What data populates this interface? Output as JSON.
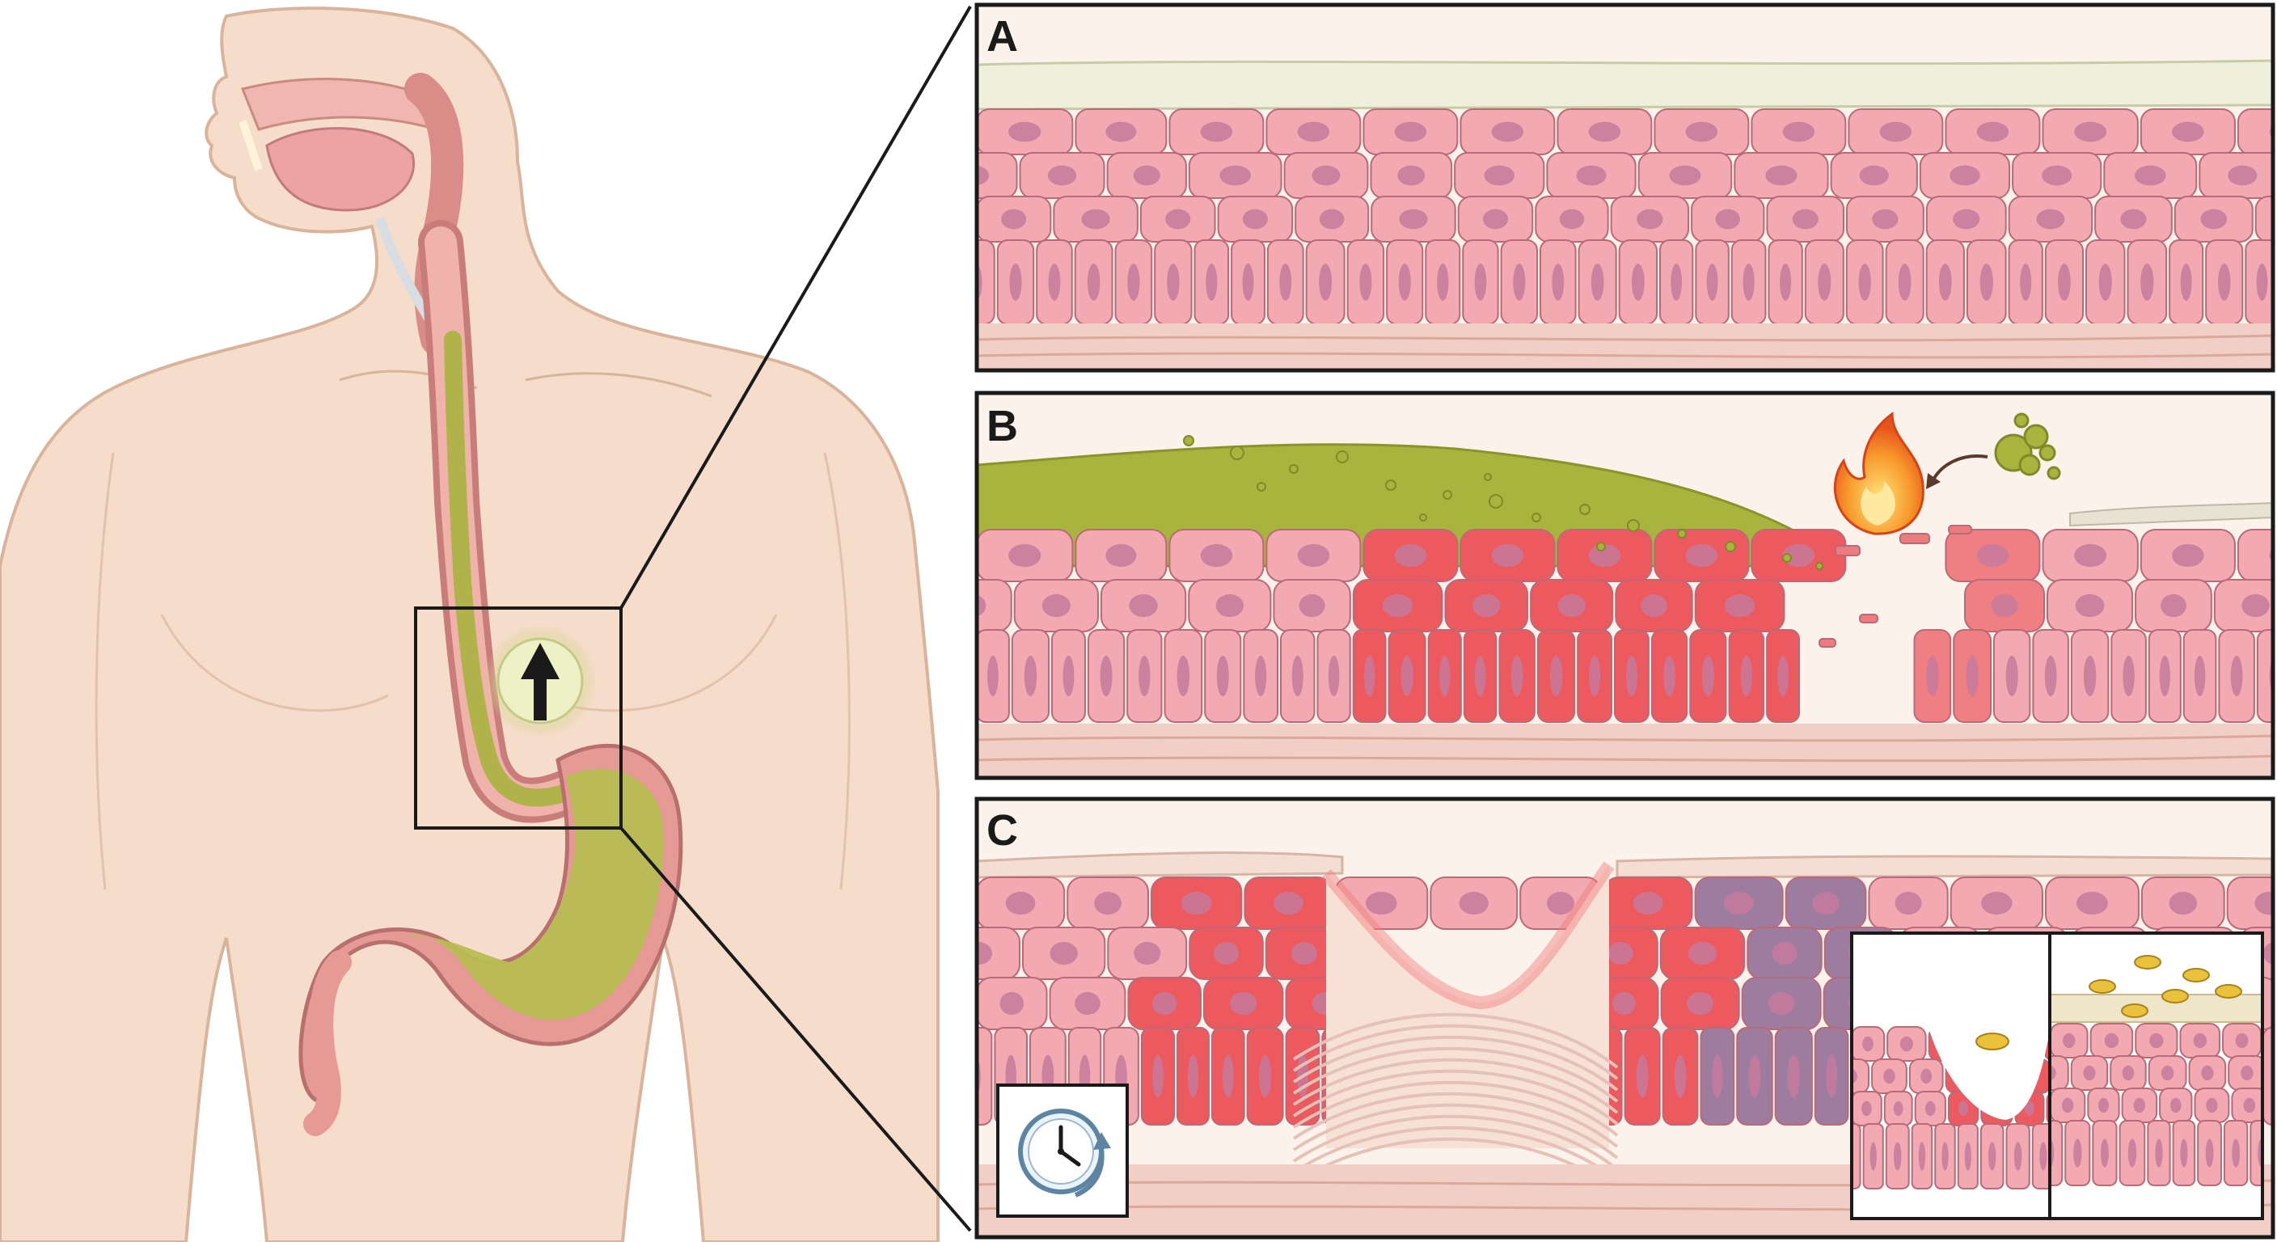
{
  "panels": [
    {
      "label": "A",
      "state": "normal-epithelium"
    },
    {
      "label": "B",
      "state": "acid-injury"
    },
    {
      "label": "C",
      "state": "chronic-injury-metaplasia"
    }
  ],
  "icons": {
    "reflux_arrow": "up-arrow-icon",
    "burn": "flame-icon",
    "time": "clock-icon"
  },
  "colors": {
    "skin": "#f6dccb",
    "skin_outline": "#d9b49c",
    "cell": "#f2a9b1",
    "cell_outline": "#b86a76",
    "nucleus": "#c67a9c",
    "inflamed_cell": "#ec5a5f",
    "metaplastic_cell": "#9e7ca0",
    "acid": "#a9b43e",
    "acid_fluid": "#b7bc52",
    "connective": "#f1cfc6",
    "frame": "#1a1a1a"
  }
}
